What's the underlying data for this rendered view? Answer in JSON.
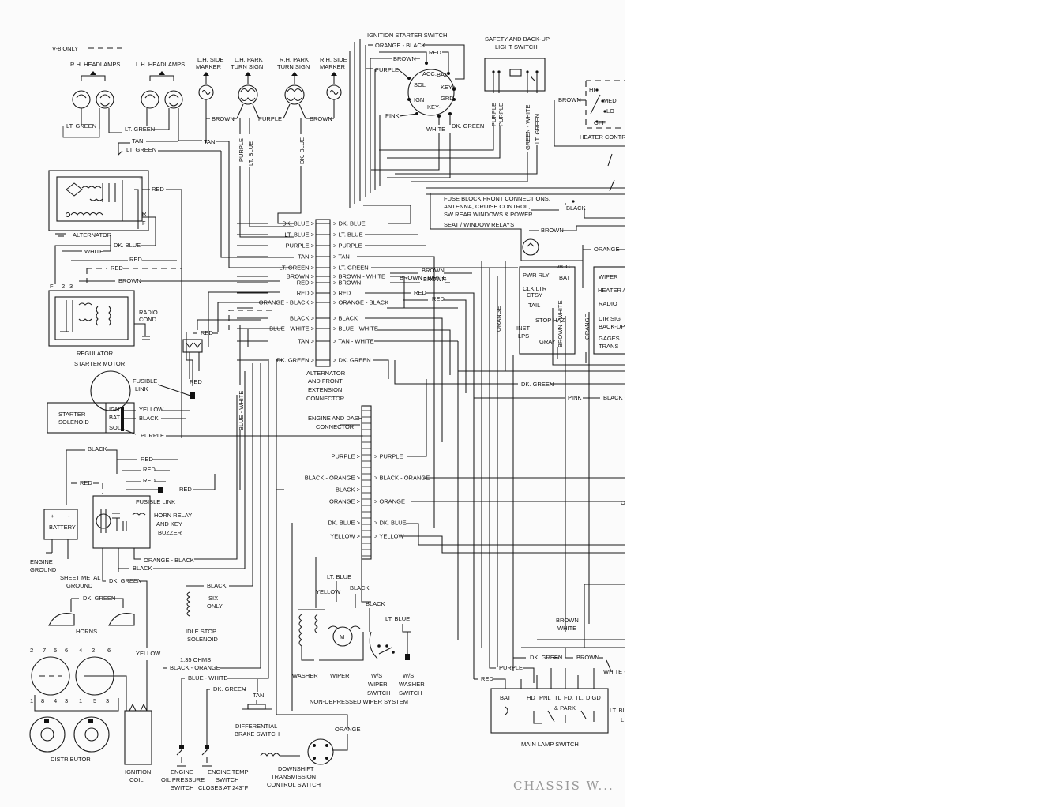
{
  "header": {
    "note": "V-8 ONLY"
  },
  "components": {
    "rh_headlamps": "R.H. HEADLAMPS",
    "lh_headlamps": "L.H. HEADLAMPS",
    "lh_side_marker": [
      "L.H. SIDE",
      "MARKER"
    ],
    "lh_park_turn": [
      "L.H. PARK",
      "TURN SIGN"
    ],
    "rh_park_turn": [
      "R.H. PARK",
      "TURN SIGN"
    ],
    "rh_side_marker": [
      "R.H. SIDE",
      "MARKER"
    ],
    "ignition_starter_switch": "IGNITION STARTER SWITCH",
    "safety_backup": [
      "SAFETY AND BACK-UP",
      "LIGHT SWITCH"
    ],
    "heater_control": "HEATER CONTR",
    "alternator": "ALTERNATOR",
    "regulator": "REGULATOR",
    "radio_cond": [
      "RADIO",
      "COND"
    ],
    "starter_motor": "STARTER MOTOR",
    "starter_solenoid": [
      "STARTER",
      "SOLENOID"
    ],
    "fusible_link_1": [
      "FUSIBLE",
      "LINK"
    ],
    "fusible_link_2": "FUSIBLE LINK",
    "battery": "BATTERY",
    "horn_relay": [
      "HORN RELAY",
      "AND KEY",
      "BUZZER"
    ],
    "engine_ground": [
      "ENGINE",
      "GROUND"
    ],
    "sheet_metal_ground": [
      "SHEET METAL",
      "GROUND"
    ],
    "horns": "HORNS",
    "idle_stop": [
      "IDLE STOP",
      "SOLENOID"
    ],
    "six_only": [
      "SIX",
      "ONLY"
    ],
    "alt_connector": [
      "ALTERNATOR",
      "AND FRONT",
      "EXTENSION",
      "CONNECTOR"
    ],
    "engine_dash_connector": [
      "ENGINE AND DASH",
      "CONNECTOR"
    ],
    "fuse_block": [
      "FUSE BLOCK FRONT CONNECTIONS,",
      "ANTENNA, CRUISE CONTROL,",
      "SW REAR WINDOWS & POWER",
      "SEAT / WINDOW RELAYS"
    ],
    "washer": "WASHER",
    "wiper": "WIPER",
    "ws_wiper_switch": [
      "W/S",
      "WIPER",
      "SWITCH"
    ],
    "ws_washer_switch": [
      "W/S",
      "WASHER",
      "SWITCH"
    ],
    "non_depressed": "NON-DEPRESSED WIPER SYSTEM",
    "distributor": "DISTRIBUTOR",
    "ignition_coil": [
      "IGNITION",
      "COIL"
    ],
    "oil_pressure": [
      "ENGINE",
      "OIL PRESSURE",
      "SWITCH"
    ],
    "engine_temp": [
      "ENGINE TEMP",
      "SWITCH",
      "CLOSES AT 243°F"
    ],
    "diff_brake": [
      "DIFFERENTIAL",
      "BRAKE SWITCH"
    ],
    "downshift": [
      "DOWNSHIFT",
      "TRANSMISSION",
      "CONTROL SWITCH"
    ],
    "main_lamp_switch": "MAIN LAMP SWITCH",
    "ohms": "1.35 OHMS",
    "handwritten": "CHASSIS W..."
  },
  "ignition_terminals": [
    "ACC.",
    "BAT",
    "SOL",
    "KEY+",
    "IGN",
    "GRD",
    "KEY-"
  ],
  "heater_positions": [
    "HI",
    "MED",
    "LO",
    "OFF"
  ],
  "fuse_block_labels": [
    "ACC.",
    "PWR RLY",
    "BAT",
    "CLK LTR",
    "CTSY",
    "TAIL",
    "STOP HAZ",
    "INST",
    "LPS",
    "GRAY",
    "WIPER",
    "HEATER A/C",
    "RADIO",
    "DIR SIG",
    "BACK-UP",
    "GAGES",
    "TRANS"
  ],
  "main_lamp_terminals": [
    "BAT",
    "HD",
    "PNL",
    "TL",
    "FD.",
    "TL.",
    "D.GD",
    "& PARK"
  ],
  "coil_numbers": {
    "top_left": [
      "2",
      "7",
      "5",
      "6"
    ],
    "top_right": [
      "4",
      "2",
      "6"
    ],
    "bottom_left": [
      "1",
      "8",
      "4",
      "3"
    ],
    "bottom_right": [
      "1",
      "5",
      "3"
    ]
  },
  "connector_left_wires": [
    "DK. BLUE",
    "LT. BLUE",
    "PURPLE",
    "TAN",
    "LT. GREEN",
    "BROWN",
    "RED",
    "RED",
    "ORANGE - BLACK",
    "BLACK",
    "BLUE - WHITE",
    "TAN",
    "DK. GREEN"
  ],
  "connector_right_wires": [
    "DK. BLUE",
    "LT. BLUE",
    "PURPLE",
    "TAN",
    "LT. GREEN",
    "BROWN - WHITE",
    "BROWN",
    "RED",
    "ORANGE - BLACK",
    "BLACK",
    "BLUE - WHITE",
    "TAN - WHITE",
    "DK. GREEN"
  ],
  "dash_left_wires": [
    "PURPLE",
    "BLACK - ORANGE",
    "BLACK",
    "ORANGE",
    "DK. BLUE",
    "YELLOW"
  ],
  "dash_right_wires": [
    "PURPLE",
    "BLACK - ORANGE",
    "ORANGE",
    "DK. BLUE",
    "YELLOW"
  ],
  "wire_labels": {
    "lt_green": "LT. GREEN",
    "tan": "TAN",
    "brown": "BROWN",
    "purple": "PURPLE",
    "lt_blue": "LT. BLUE",
    "dk_blue": "DK. BLUE",
    "red": "RED",
    "white": "WHITE",
    "black": "BLACK",
    "yellow": "YELLOW",
    "dk_green": "DK. GREEN",
    "orange_black": "ORANGE - BLACK",
    "orange": "ORANGE",
    "pink": "PINK",
    "green_white": "GREEN - WHITE",
    "brown_white": "BROWN - WHITE",
    "blue_white": "BLUE - WHITE",
    "black_orange": "BLACK - ORANGE",
    "black_cut": "BLACK -",
    "white_cut": "WHITE -",
    "lt_blu_cut": "LT. BLU",
    "l_cut": "L",
    "brown_white_split": [
      "BROWN",
      "WHITE"
    ],
    "o_cut": "O"
  }
}
